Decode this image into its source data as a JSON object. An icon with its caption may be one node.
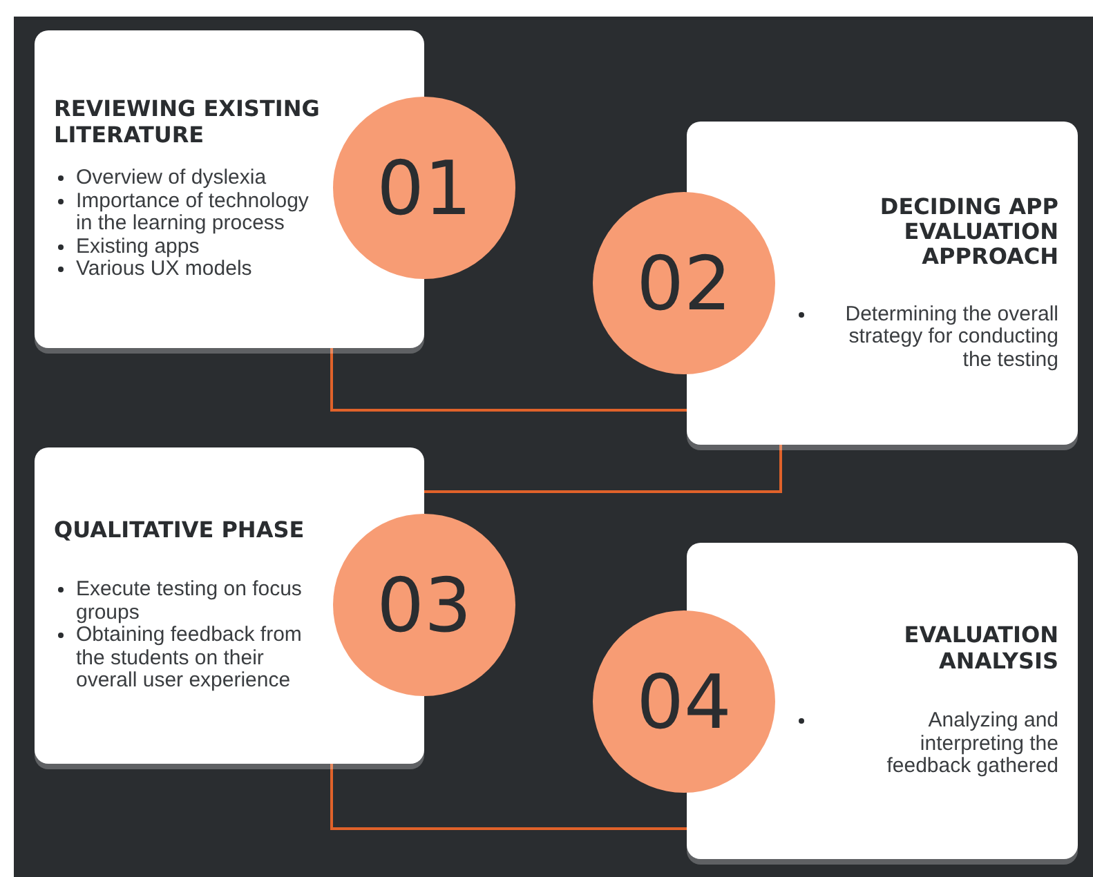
{
  "diagram": {
    "nodes": [
      {
        "text": [
          "REVIEWING EXISTING LITERATURE",
          "Overview of dyslexia",
          "Importance of technology in the learning process",
          "Existing apps",
          "Various UX models"
        ]
      },
      {
        "text": [
          "01"
        ]
      },
      {
        "text": [
          "DECIDING APP EVALUATION APPROACH",
          "Determining the overall strategy for conducting the testing"
        ]
      },
      {
        "text": [
          "02"
        ]
      },
      {
        "text": [
          "QUALITATIVE PHASE",
          "Execute testing on focus groups",
          "Obtaining feedback from the students on their overall user experience"
        ]
      },
      {
        "text": [
          "03"
        ]
      },
      {
        "text": [
          "EVALUATION ANALYSIS",
          "Analyzing and interpreting the feedback gathered"
        ]
      },
      {
        "text": [
          "04"
        ]
      }
    ],
    "edges": [
      {
        "from": 0,
        "to": 2,
        "arrow": "none"
      },
      {
        "from": 2,
        "to": 4,
        "arrow": "none"
      },
      {
        "from": 4,
        "to": 6,
        "arrow": "none"
      }
    ]
  }
}
